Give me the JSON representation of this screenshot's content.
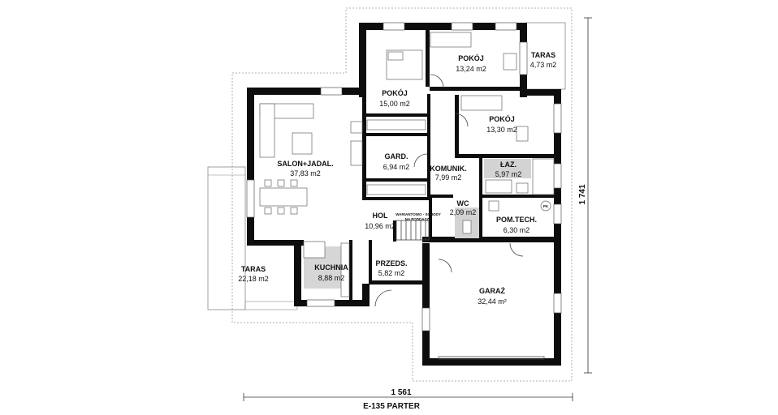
{
  "rooms": [
    {
      "id": "salon",
      "name": "SALON+JADAL.",
      "area": "37,83 m2"
    },
    {
      "id": "pokoj1",
      "name": "POKÓJ",
      "area": "15,00 m2"
    },
    {
      "id": "pokoj2",
      "name": "POKÓJ",
      "area": "13,24 m2"
    },
    {
      "id": "pokoj3",
      "name": "POKÓJ",
      "area": "13,30 m2"
    },
    {
      "id": "taras_small",
      "name": "TARAS",
      "area": "4,73 m2"
    },
    {
      "id": "gard",
      "name": "GARD.",
      "area": "6,94 m2"
    },
    {
      "id": "komunik",
      "name": "KOMUNIK.",
      "area": "7,99 m2"
    },
    {
      "id": "laz",
      "name": "ŁAZ.",
      "area": "5,97 m2"
    },
    {
      "id": "wc",
      "name": "WC",
      "area": "2,09 m2"
    },
    {
      "id": "hol",
      "name": "HOL",
      "area": "10,96 m2"
    },
    {
      "id": "pomtech",
      "name": "POM.TECH.",
      "area": "6,30 m2"
    },
    {
      "id": "kuchnia",
      "name": "KUCHNIA",
      "area": "8,88 m2"
    },
    {
      "id": "przeds",
      "name": "PRZEDS.",
      "area": "5,82 m2"
    },
    {
      "id": "garaz",
      "name": "GARAŻ",
      "area": "32,44 m²"
    },
    {
      "id": "taras_big",
      "name": "TARAS",
      "area": "22,18 m2"
    }
  ],
  "stairs_note": {
    "line1": "WARIANTOWO - SCHODY",
    "line2": "NA PODDASZE"
  },
  "tech_symbol": "PK",
  "dimensions": {
    "width": "1 561",
    "height": "1 741"
  },
  "plan_title": "E-135 PARTER"
}
